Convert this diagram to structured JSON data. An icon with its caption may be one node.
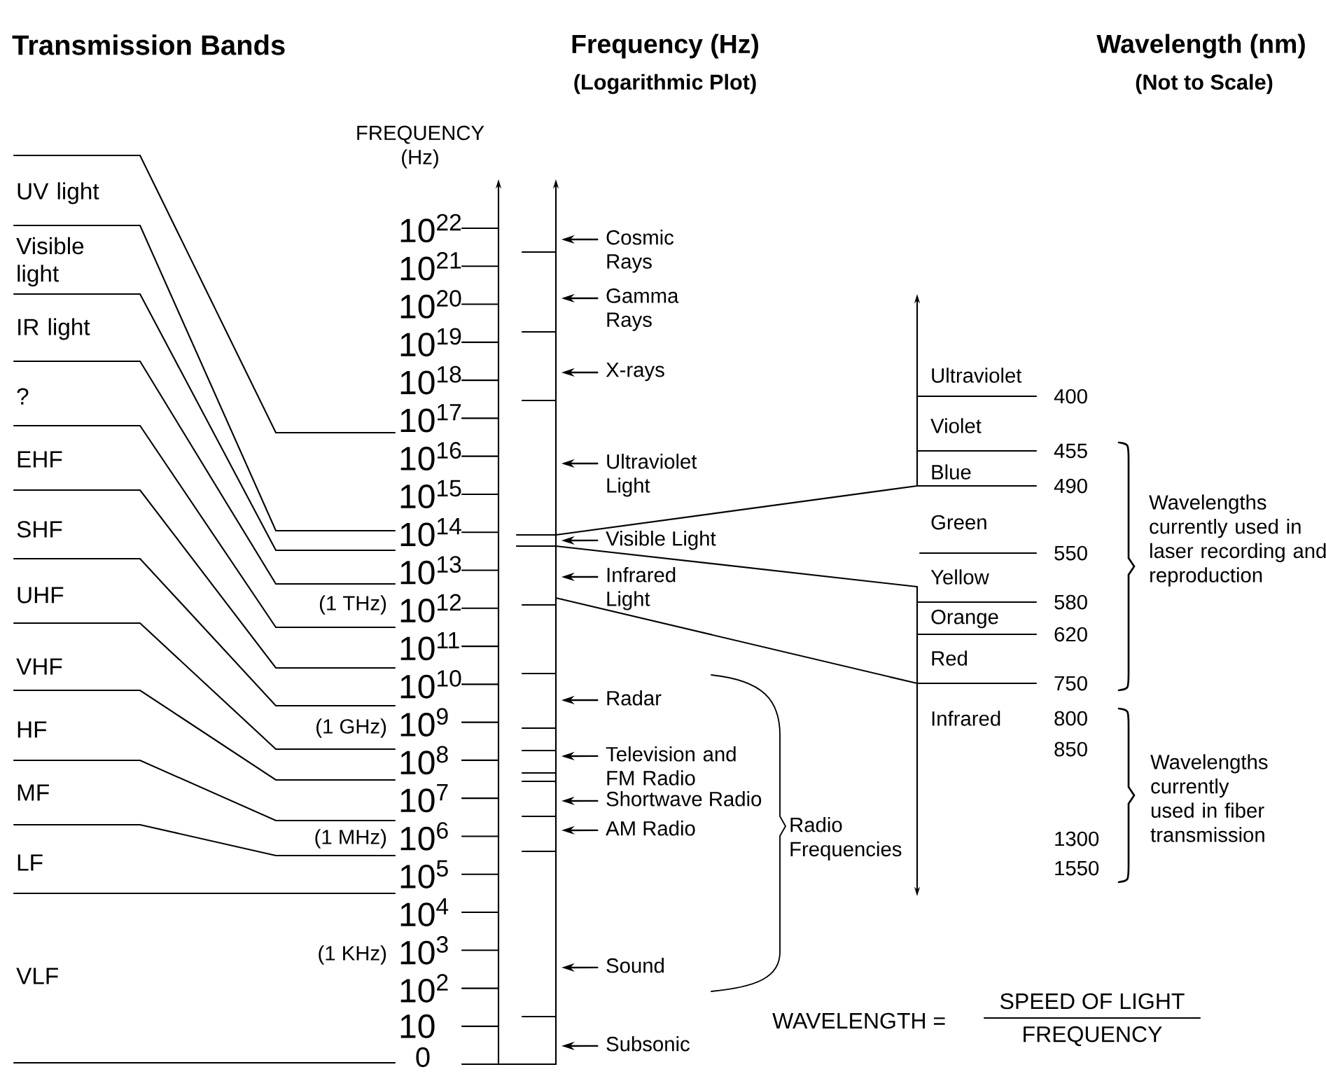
{
  "diagram": {
    "nodes": [
      {
        "text": [
          "Cosmic Rays"
        ]
      },
      {
        "text": [
          "Gamma Rays"
        ]
      },
      {
        "text": [
          "X-rays"
        ]
      },
      {
        "text": [
          "Ultraviolet Light"
        ]
      },
      {
        "text": [
          "Visible Light"
        ]
      },
      {
        "text": [
          "Infrared Light"
        ]
      },
      {
        "text": [
          "Radar"
        ]
      },
      {
        "text": [
          "Television and FM Radio"
        ]
      },
      {
        "text": [
          "Shortwave Radio"
        ]
      },
      {
        "text": [
          "AM Radio"
        ]
      },
      {
        "text": [
          "Sound"
        ]
      },
      {
        "text": [
          "Subsonic"
        ]
      },
      {
        "text": [],
        "shape": "bar"
      },
      {
        "text": [],
        "shape": "bar"
      }
    ],
    "edges": [
      {
        "from": 0,
        "to": 12,
        "arrow": "to"
      },
      {
        "from": 1,
        "to": 12,
        "arrow": "to"
      },
      {
        "from": 2,
        "to": 12,
        "arrow": "to"
      },
      {
        "from": 3,
        "to": 12,
        "arrow": "to"
      },
      {
        "from": 4,
        "to": 12,
        "arrow": "to"
      },
      {
        "from": 5,
        "to": 12,
        "arrow": "to"
      },
      {
        "from": 6,
        "to": 12,
        "arrow": "to"
      },
      {
        "from": 7,
        "to": 12,
        "arrow": "to"
      },
      {
        "from": 8,
        "to": 12,
        "arrow": "to"
      },
      {
        "from": 9,
        "to": 12,
        "arrow": "to"
      },
      {
        "from": 10,
        "to": 12,
        "arrow": "to"
      },
      {
        "from": 11,
        "to": 12,
        "arrow": "to"
      },
      {
        "from": 12,
        "to": 13,
        "arrow": "none"
      },
      {
        "from": 12,
        "to": 13,
        "arrow": "none"
      },
      {
        "from": 12,
        "to": 13,
        "arrow": "none"
      }
    ],
    "labels": [
      "Transmission Bands",
      "Frequency (Hz)",
      "(Logarithmic Plot)",
      "Wavelength (nm)",
      "(Not to Scale)",
      "FREQUENCY (Hz)",
      "UV light",
      "Visible light",
      "IR light",
      "?",
      "EHF",
      "SHF",
      "UHF",
      "VHF",
      "HF",
      "MF",
      "LF",
      "VLF",
      "10$^{22}$",
      "10$^{21}$",
      "10$^{20}$",
      "10$^{19}$",
      "10$^{18}$",
      "10$^{17}$",
      "10$^{16}$",
      "10$^{15}$",
      "10$^{14}$",
      "10$^{13}$",
      "10$^{12}$",
      "10$^{11}$",
      "10$^{10}$",
      "10$^{9}$",
      "10$^{8}$",
      "10$^{7}$",
      "10$^{6}$",
      "10$^{5}$",
      "10$^{4}$",
      "10$^{3}$",
      "10$^{2}$",
      "10",
      "0",
      "(1 THz)",
      "(1 GHz)",
      "(1 MHz)",
      "(1 KHz)",
      "Radio Frequencies",
      "Ultraviolet",
      "Violet",
      "Blue",
      "Green",
      "Yellow",
      "Orange",
      "Red",
      "Infrared",
      "400",
      "455",
      "490",
      "550",
      "580",
      "620",
      "750",
      "800",
      "850",
      "1300",
      "1550",
      "Wavelengths currently used in laser recording and reproduction",
      "Wavelengths currently used in fiber transmission",
      "WAVELENGTH =",
      "SPEED OF LIGHT",
      "FREQUENCY"
    ]
  }
}
